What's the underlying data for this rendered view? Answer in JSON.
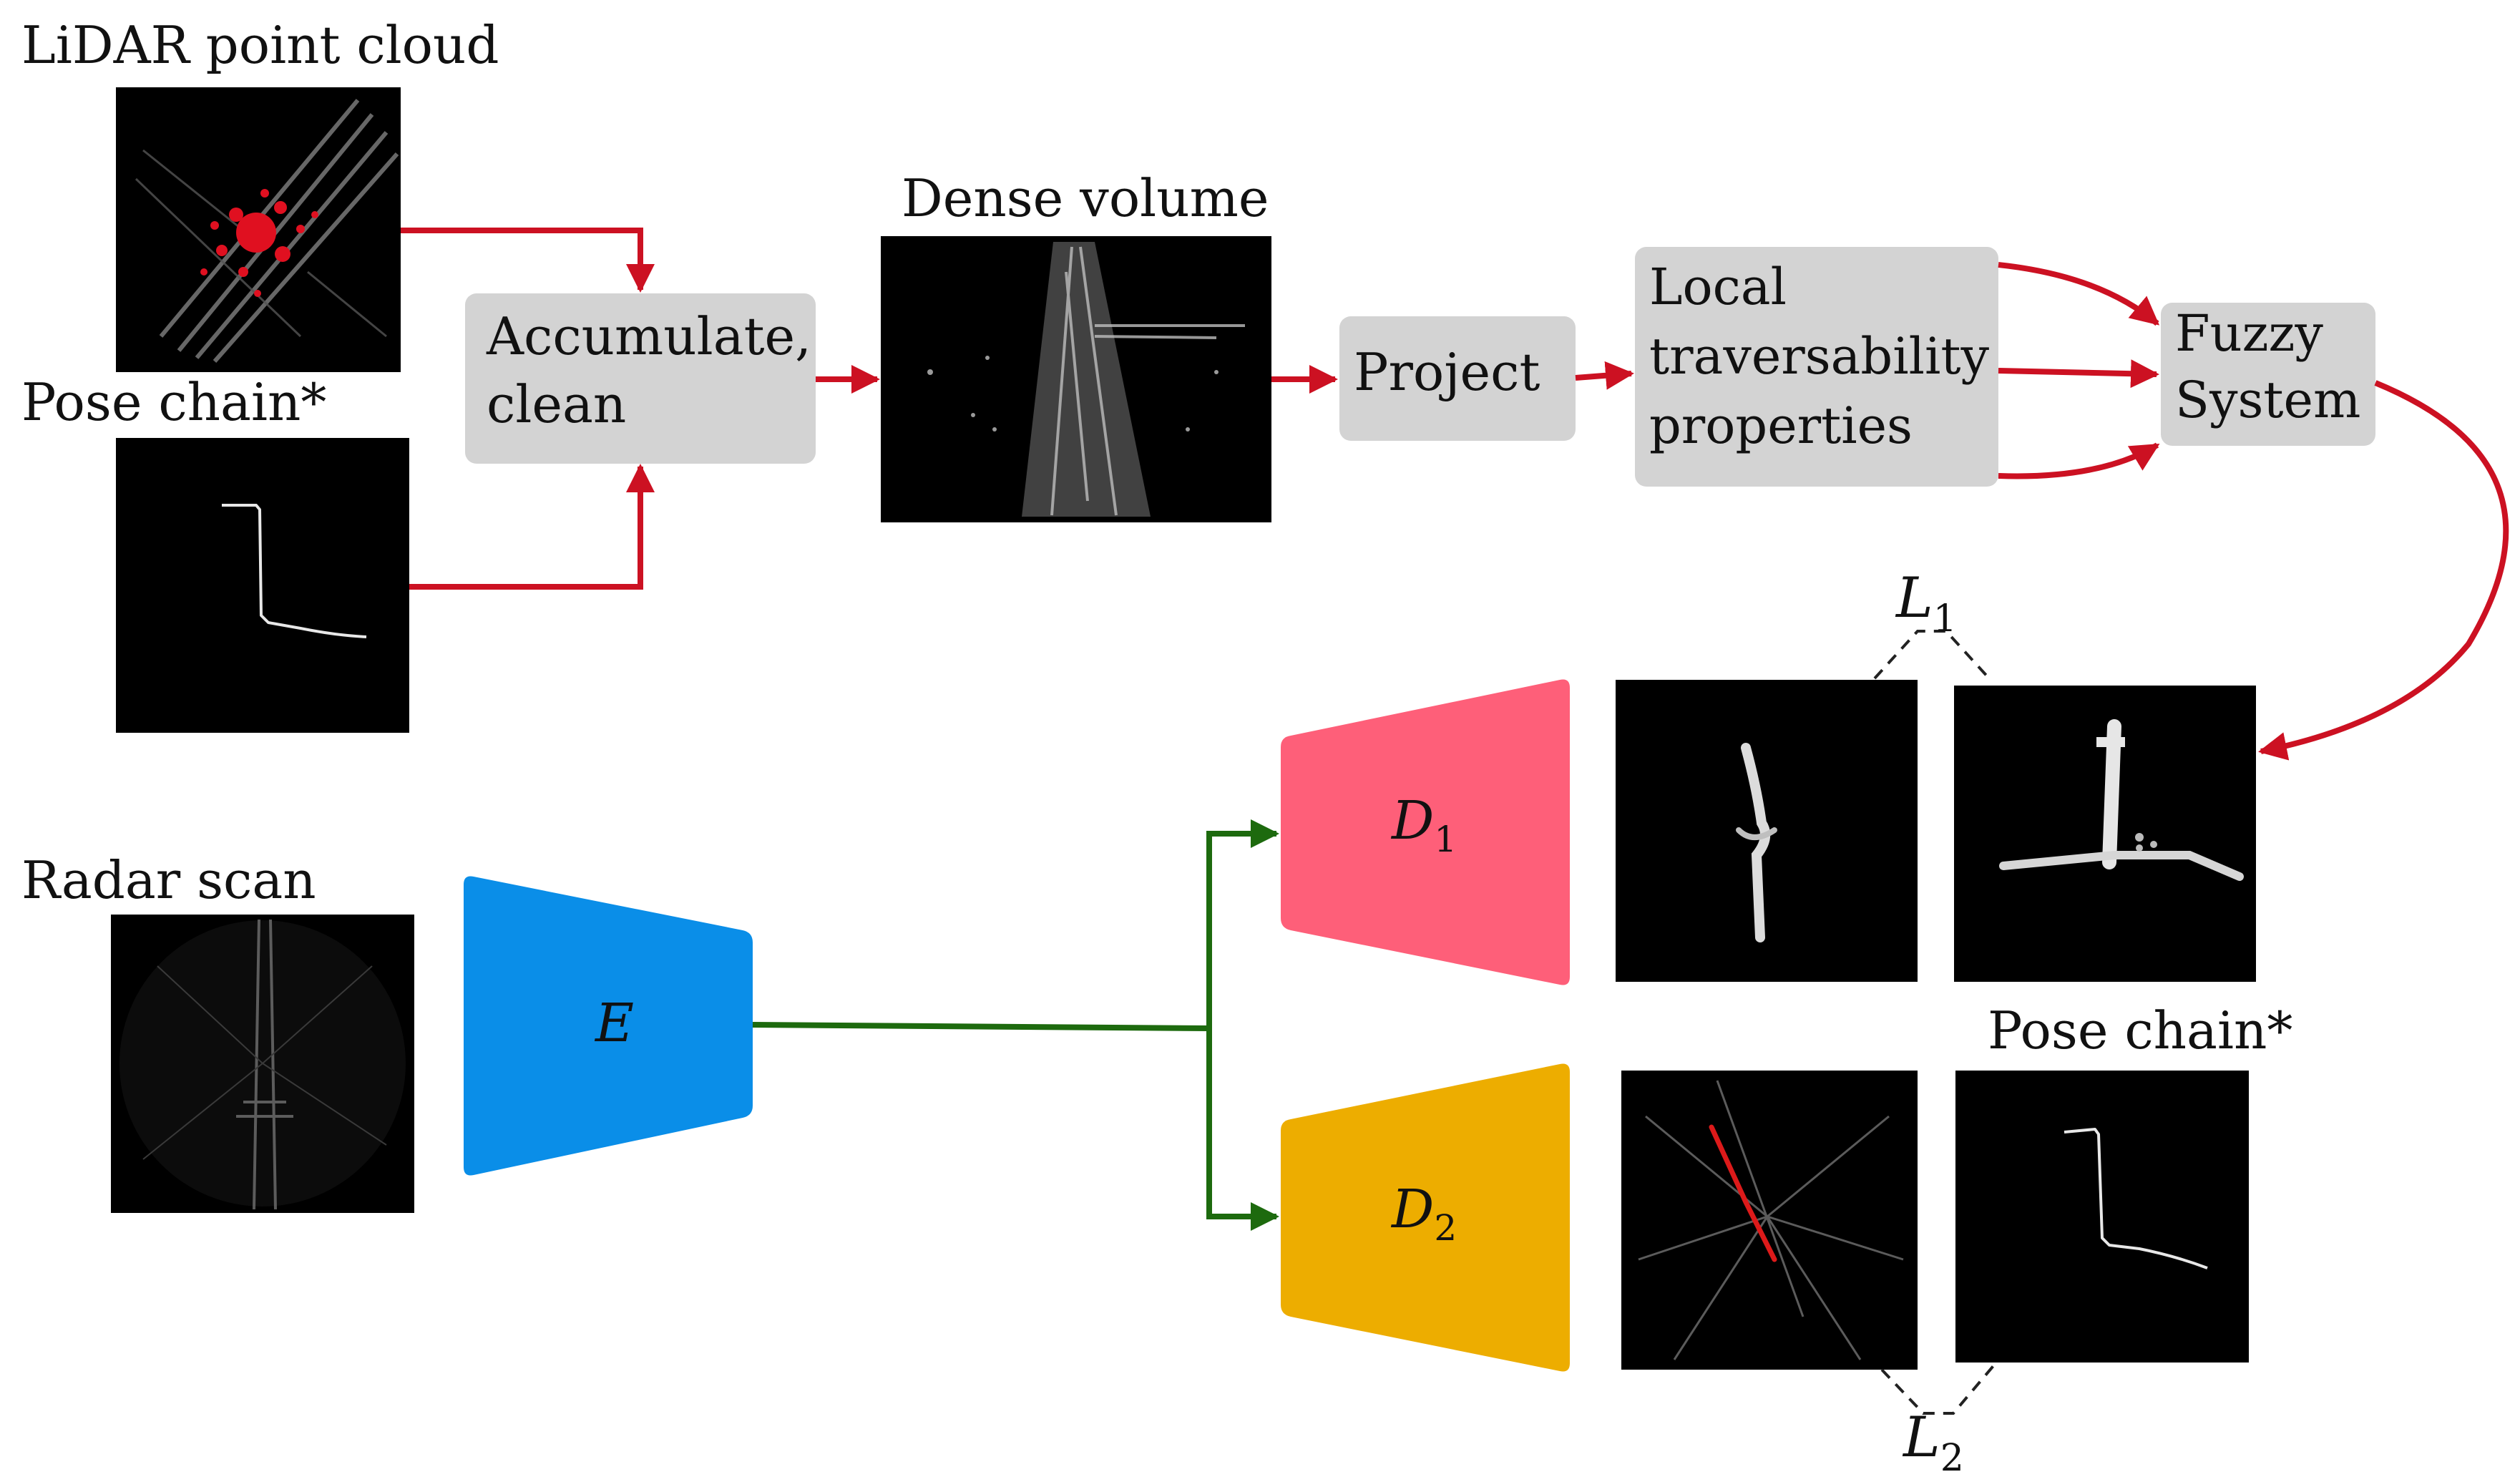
{
  "labels": {
    "lidar": "LiDAR point cloud",
    "pose_chain_top": "Pose chain*",
    "dense_volume": "Dense volume",
    "radar_scan": "Radar scan",
    "pose_chain_bottom": "Pose chain*"
  },
  "boxes": {
    "accumulate_line1": "Accumulate,",
    "accumulate_line2": "clean",
    "project": "Project",
    "local_line1": "Local",
    "local_line2": "traversability",
    "local_line3": "properties",
    "fuzzy_line1": "Fuzzy",
    "fuzzy_line2": "System"
  },
  "network": {
    "encoder": "E",
    "decoder1_base": "D",
    "decoder1_sub": "1",
    "decoder2_base": "D",
    "decoder2_sub": "2"
  },
  "losses": {
    "loss1_base": "L",
    "loss1_sub": "1",
    "loss2_base": "L",
    "loss2_sub": "2"
  },
  "colors": {
    "arrow_red": "#cc1122",
    "arrow_green": "#1d6a0e",
    "box_gray": "#d3d3d3",
    "encoder_blue": "#0a8ee8",
    "decoder1_pink": "#fe5f79",
    "decoder2_amber": "#edad00",
    "image_black": "#000000"
  }
}
